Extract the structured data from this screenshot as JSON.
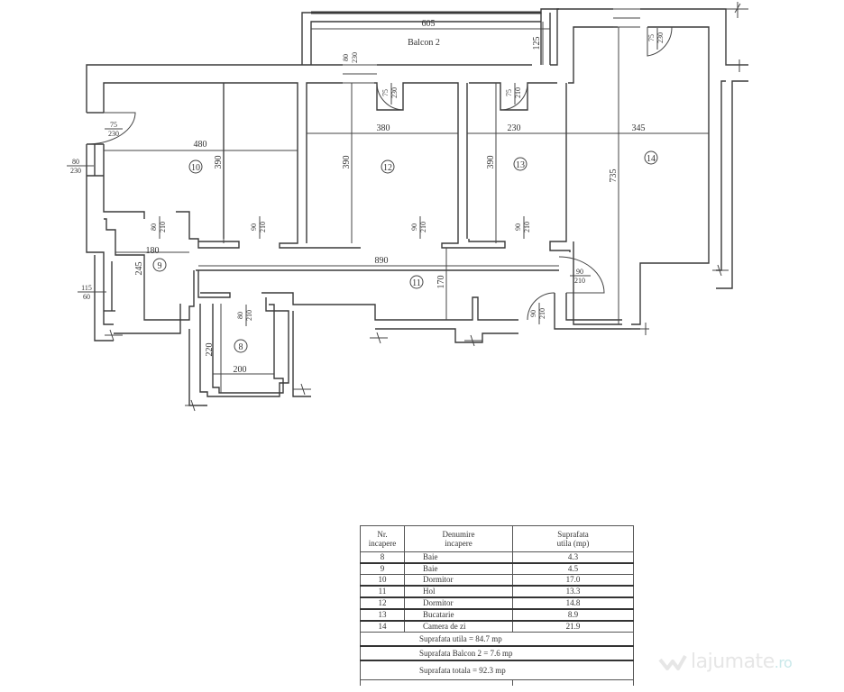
{
  "plan": {
    "balcony_label": "Balcon 2",
    "rooms": [
      {
        "nr": "8"
      },
      {
        "nr": "9"
      },
      {
        "nr": "10"
      },
      {
        "nr": "11"
      },
      {
        "nr": "12"
      },
      {
        "nr": "13"
      },
      {
        "nr": "14"
      }
    ],
    "dimensions": {
      "balcon_width": "605",
      "balcon_depth": "125",
      "r10_width": "480",
      "r10_height": "390",
      "r12_width": "380",
      "r12_height": "390",
      "r13_width": "230",
      "r13_height": "390",
      "r14_width": "345",
      "r14_height": "735",
      "r11_width": "890",
      "r11_height": "170",
      "r9_width": "180",
      "r9_height": "245",
      "r8_width": "200",
      "r8_height": "220"
    },
    "openings": {
      "door_75_230_top": "75",
      "door_75_230_bot": "230",
      "win_80_230_top": "80",
      "win_80_230_bot": "230",
      "win_115_60_top": "115",
      "win_115_60_bot": "60",
      "door_80_210_top": "80",
      "door_80_210_bot": "210",
      "door_90_210_top": "90",
      "door_90_210_bot": "210",
      "door_75_210_top": "75",
      "door_75_210_bot": "210"
    }
  },
  "table": {
    "headers": {
      "nr": [
        "Nr.",
        "incapere"
      ],
      "name": [
        "Denumire",
        "incapere"
      ],
      "area": [
        "Suprafata",
        "utila (mp)"
      ]
    },
    "rows": [
      {
        "nr": "8",
        "name": "Baie",
        "area": "4.3"
      },
      {
        "nr": "9",
        "name": "Baie",
        "area": "4.5"
      },
      {
        "nr": "10",
        "name": "Dormitor",
        "area": "17.0"
      },
      {
        "nr": "11",
        "name": "Hol",
        "area": "13.3"
      },
      {
        "nr": "12",
        "name": "Dormitor",
        "area": "14.8"
      },
      {
        "nr": "13",
        "name": "Bucatarie",
        "area": "8.9"
      },
      {
        "nr": "14",
        "name": "Camera de zi",
        "area": "21.9"
      }
    ],
    "summary": {
      "utila": "Suprafata utila = 84.7 mp",
      "balcon": "Suprafata Balcon 2 = 7.6 mp",
      "totala": "Suprafata totala = 92.3 mp"
    }
  },
  "watermark": {
    "brand": "lajumate",
    "tld": ".ro"
  }
}
